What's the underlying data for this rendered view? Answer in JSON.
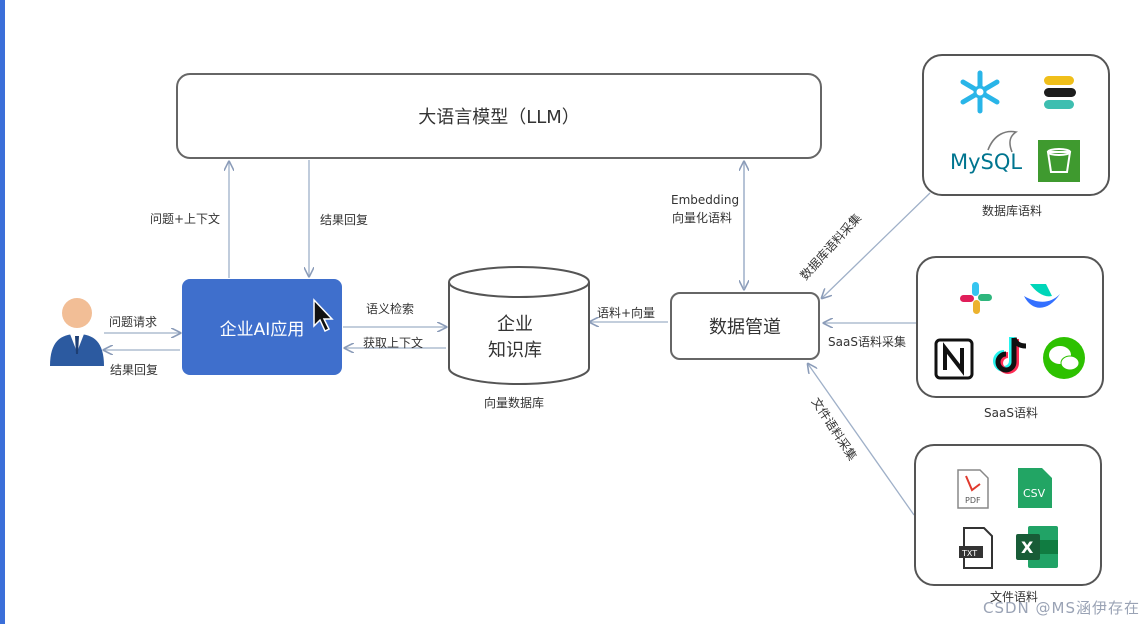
{
  "llm": {
    "label": "大语言模型（LLM）"
  },
  "app": {
    "label": "企业AI应用"
  },
  "kb": {
    "line1": "企业",
    "line2": "知识库",
    "caption": "向量数据库"
  },
  "pipeline": {
    "label": "数据管道"
  },
  "edges": {
    "q_ctx": "问题+上下文",
    "result_reply_up": "结果回复",
    "semantic_search": "语义检索",
    "get_ctx": "获取上下文",
    "corpus_vector": "语料+向量",
    "embedding_l1": "Embedding",
    "embedding_l2": "向量化语料",
    "user_request": "问题请求",
    "user_reply": "结果回复",
    "db_collect": "数据库语料采集",
    "saas_collect": "SaaS语料采集",
    "file_collect": "文件语料采集"
  },
  "panels": {
    "db": {
      "caption": "数据库语料",
      "mysql": "MySQL"
    },
    "saas": {
      "caption": "SaaS语料"
    },
    "files": {
      "caption": "文件语料",
      "pdf": "PDF",
      "csv": "CSV",
      "txt": "TXT",
      "xls": "X"
    }
  },
  "watermark": "CSDN @MS涵伊存在"
}
